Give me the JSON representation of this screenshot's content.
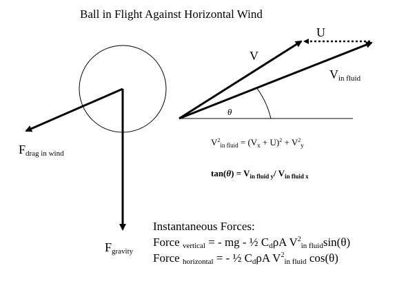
{
  "title": "Ball in Flight Against Horizontal Wind",
  "labels": {
    "U": "U",
    "V": "V",
    "V_in_fluid": {
      "main": "V",
      "sub": "in fluid"
    },
    "theta": "θ",
    "F_drag": {
      "main": "F",
      "sub": "drag in wind"
    },
    "F_gravity": {
      "main": "F",
      "sub": "gravity"
    }
  },
  "equations": {
    "velocity": {
      "lhs_main": "V",
      "lhs_sup": "2",
      "lhs_sub": "in fluid",
      "eq": " = (V",
      "vx_sub": "x",
      "plus_u": " + U)",
      "sq1": "2",
      "plus": " + V",
      "sq2": "2",
      "vy_sub": "y"
    },
    "tan": {
      "lhs": "tan(",
      "theta": "θ",
      "rhs": ") = V",
      "num_sub": "in fluid y",
      "slash": "/ V",
      "den_sub": "in fluid x"
    }
  },
  "forces": {
    "heading": "Instantaneous Forces:",
    "vertical": {
      "lead": "Force ",
      "sub": "vertical",
      "body": " = - mg  - ½ C",
      "cd_sub": "d",
      "rho": "ρA V",
      "sq": "2",
      "vf_sub": "in fluid",
      "trig": "sin(θ)"
    },
    "horizontal": {
      "lead": "Force ",
      "sub": "horizontal",
      "body": " = - ½ C",
      "cd_sub": "d",
      "rho": "ρA V",
      "sq": "2",
      "vf_sub": "in fluid",
      "trig": " cos(θ)"
    }
  }
}
